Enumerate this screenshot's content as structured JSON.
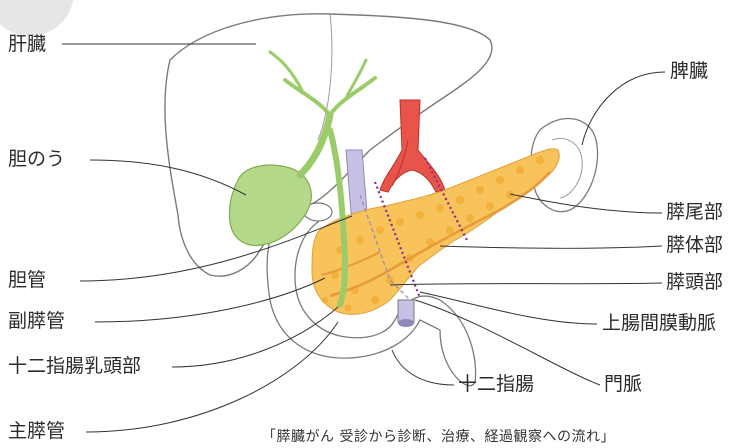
{
  "labels": {
    "liver": "肝臓",
    "gallbladder": "胆のう",
    "bile_duct": "胆管",
    "accessory_pancreatic_duct": "副膵管",
    "major_duodenal_papilla": "十二指腸乳頭部",
    "main_pancreatic_duct": "主膵管",
    "spleen": "脾臓",
    "pancreatic_tail": "膵尾部",
    "pancreatic_body": "膵体部",
    "pancreatic_head": "膵頭部",
    "superior_mesenteric_artery": "上腸間膜動脈",
    "duodenum": "十二指腸",
    "portal_vein": "門脈"
  },
  "caption": "「膵臓がん 受診から診断、治療、経過観察への流れ」",
  "colors": {
    "pancreas": "#f7c35a",
    "pancreas_dots": "#f0a830",
    "gallbladder": "#b5d98a",
    "bile_duct": "#9ccc6a",
    "aorta": "#e8544a",
    "vein": "#b9b3dc",
    "outline": "#7a7a7a",
    "divider": "#8a2a8a",
    "duct": "#e89a3a"
  }
}
